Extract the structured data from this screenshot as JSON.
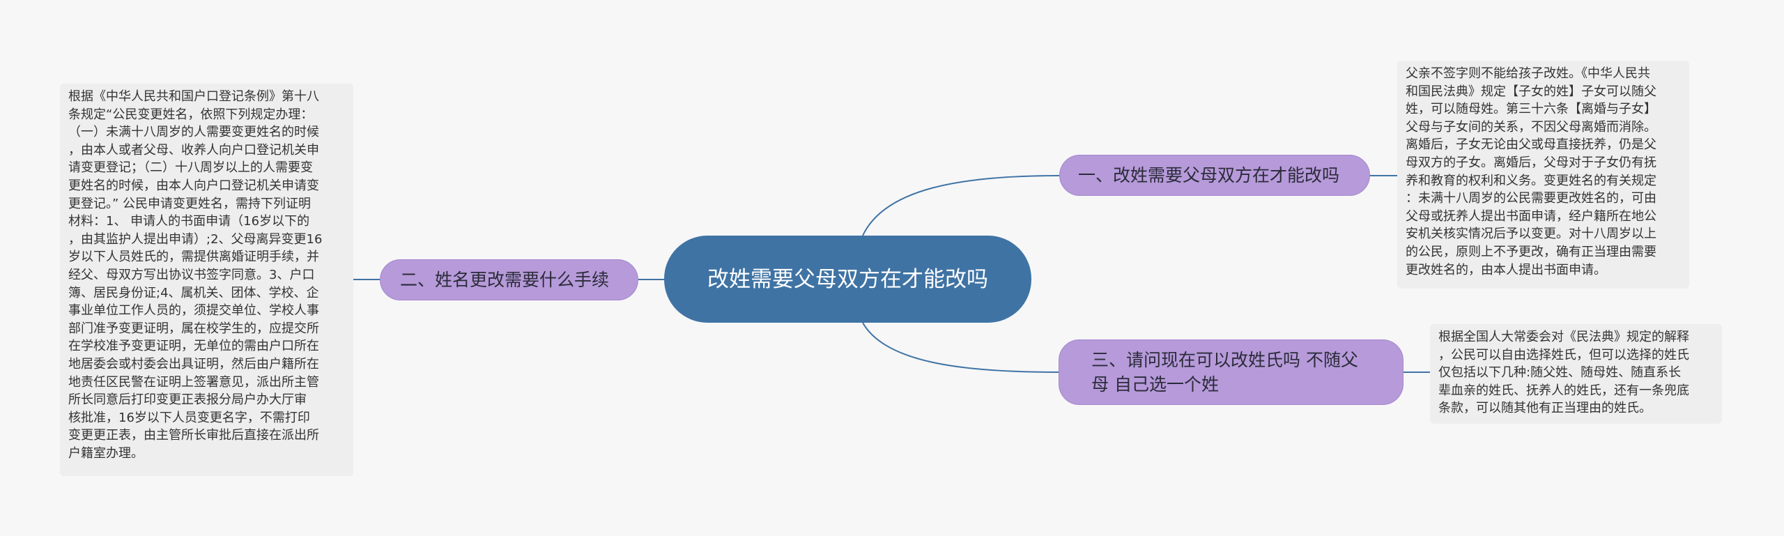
{
  "central": {
    "title": "改姓需要父母双方在才能改吗"
  },
  "branches": [
    {
      "label": "一、改姓需要父母双方在才能改吗",
      "note": "父亲不签字则不能给孩子改姓。《中华人民共\n和国民法典》规定【子女的姓】子女可以随父\n姓，可以随母姓。第三十六条【离婚与子女】\n父母与子女间的关系，不因父母离婚而消除。\n离婚后，子女无论由父或母直接抚养，仍是父\n母双方的子女。离婚后，父母对于子女仍有抚\n养和教育的权利和义务。变更姓名的有关规定\n：未满十八周岁的公民需要更改姓名的，可由\n父母或抚养人提出书面申请，经户籍所在地公\n安机关核实情况后予以变更。对十八周岁以上\n的公民，原则上不予更改，确有正当理由需要\n更改姓名的，由本人提出书面申请。"
    },
    {
      "label": "二、姓名更改需要什么手续",
      "note": "根据《中华人民共和国户口登记条例》第十八\n条规定“公民变更姓名，依照下列规定办理：\n（一）未满十八周岁的人需要变更姓名的时候\n，由本人或者父母、收养人向户口登记机关申\n请变更登记；（二）十八周岁以上的人需要变\n更姓名的时候，由本人向户口登记机关申请变\n更登记。” 公民申请变更姓名，需持下列证明\n材料：1、 申请人的书面申请（16岁以下的\n，由其监护人提出申请）;2、父母离异变更16\n岁以下人员姓氏的，需提供离婚证明手续，并\n经父、母双方写出协议书签字同意。3、户口\n簿、居民身份证;4、属机关、团体、学校、企\n事业单位工作人员的，须提交单位、学校人事\n部门准予变更证明，属在校学生的，应提交所\n在学校准予变更证明，无单位的需由户口所在\n地居委会或村委会出具证明，然后由户籍所在\n地责任区民警在证明上签署意见，派出所主管\n所长同意后打印变更正表报分局户办大厅审\n核批准，16岁以下人员变更名字，不需打印\n变更更正表，由主管所长审批后直接在派出所\n户籍室办理。"
    },
    {
      "label": "三、请问现在可以改姓氏吗 不随父母 自己选一个姓",
      "note": "根据全国人大常委会对《民法典》规定的解释\n，公民可以自由选择姓氏，但可以选择的姓氏\n仅包括以下几种:随父姓、随母姓、随直系长\n辈血亲的姓氏、抚养人的姓氏，还有一条兜底\n条款，可以随其他有正当理由的姓氏。"
    }
  ],
  "colors": {
    "background": "#f7f7f8",
    "central_fill": "#3f73a4",
    "branch_fill": "#b69ad9",
    "note_fill": "#eeeeee",
    "connector": "#3f73a4"
  }
}
